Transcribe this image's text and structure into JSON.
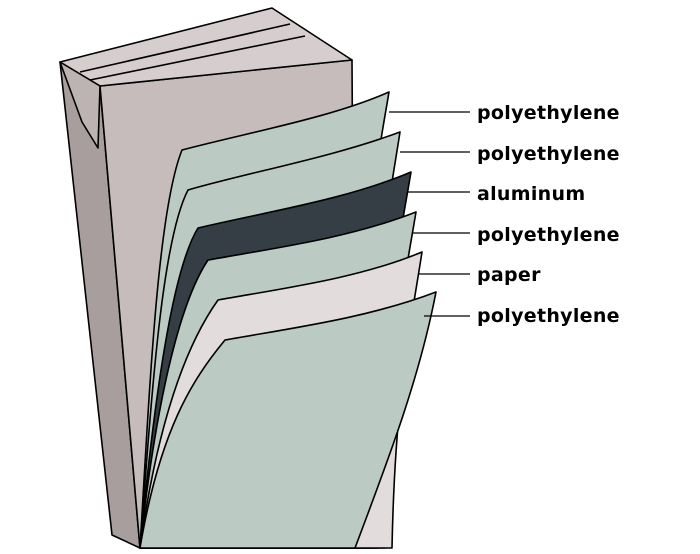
{
  "diagram": {
    "colors": {
      "carton_face": "#bdb3b3",
      "carton_front": "#c6bcbc",
      "carton_top": "#d6cece",
      "carton_shadow": "#a89e9e",
      "polyethylene": "#bccac4",
      "aluminum": "#353d45",
      "paper": "#e2dcdc",
      "outline": "#000000"
    },
    "layers": [
      {
        "label": "polyethylene",
        "material": "polyethylene"
      },
      {
        "label": "polyethylene",
        "material": "polyethylene"
      },
      {
        "label": "aluminum",
        "material": "aluminum"
      },
      {
        "label": "polyethylene",
        "material": "polyethylene"
      },
      {
        "label": "paper",
        "material": "paper"
      },
      {
        "label": "polyethylene",
        "material": "polyethylene"
      }
    ]
  }
}
